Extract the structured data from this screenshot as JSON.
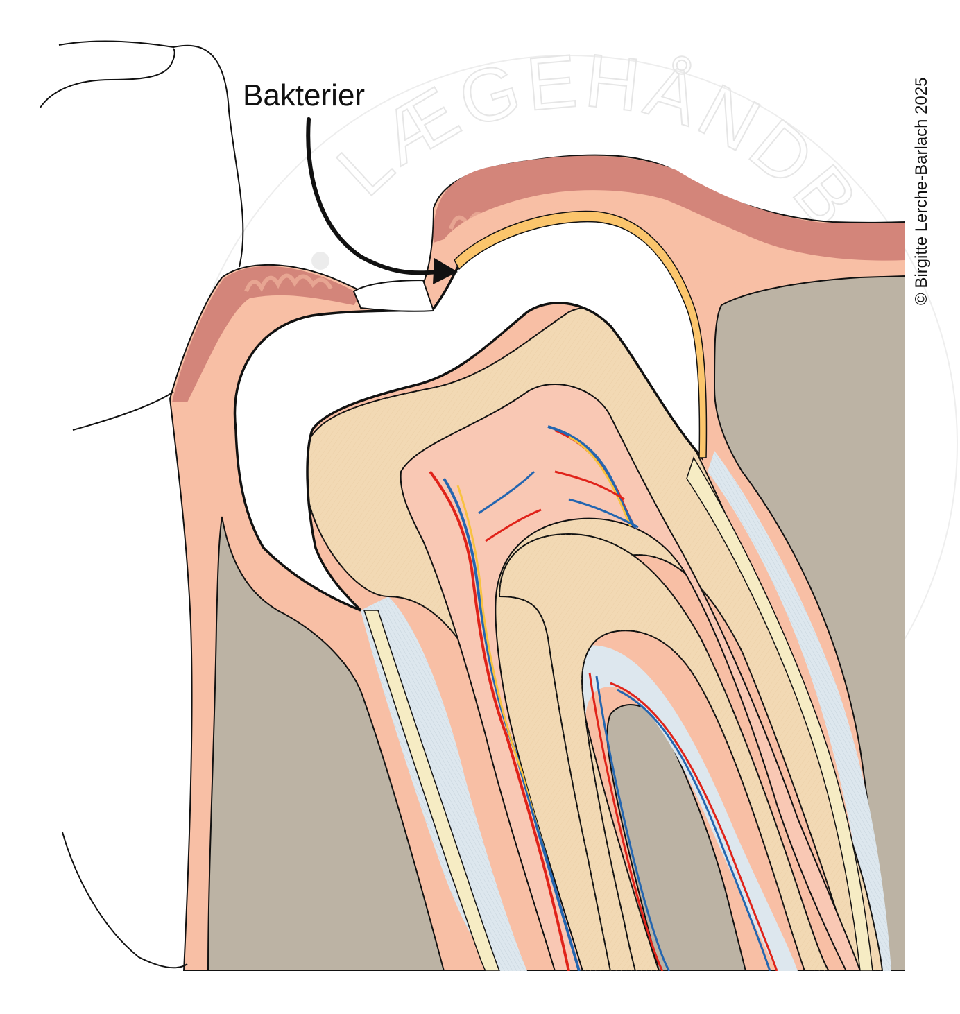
{
  "labels": {
    "bacteria": "Bakterier"
  },
  "copyright": "© Birgitte Lerche-Barlach 2025",
  "watermark": {
    "text": "LÆGEHÅNDBOGEN",
    "kind": "publisher-seal"
  },
  "colors": {
    "gum_dark": "#d3857a",
    "gum_light": "#f8bfa5",
    "bone": "#bcb3a4",
    "bone_cavity": "#a0978b",
    "dentin": "#f2d9b4",
    "pulp": "#f9c8b4",
    "cementum_inner": "#f6ecc4",
    "ligament": "#dde7ee",
    "plaque": "#fbc56c",
    "artery": "#e0231a",
    "vein": "#2466b0",
    "nerve": "#f8c240"
  }
}
